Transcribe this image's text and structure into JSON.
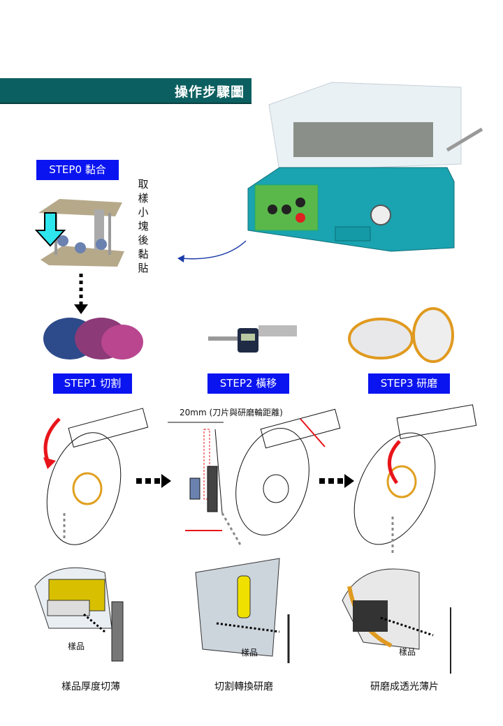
{
  "header": {
    "title": "操作步驟圖"
  },
  "steps": [
    {
      "label": "STEP0 黏合"
    },
    {
      "label": "STEP1 切割"
    },
    {
      "label": "STEP2 橫移"
    },
    {
      "label": "STEP3 研磨"
    }
  ],
  "step0_note": "取樣小塊後黏貼",
  "distance_note": "20mm (刀片與研磨輪距離)",
  "sample_label": "樣品",
  "captions": [
    "樣品厚度切薄",
    "切割轉換研磨",
    "研磨成透光薄片"
  ],
  "colors": {
    "header": "#0c5f60",
    "step_bg": "#0a14f0",
    "machine": "#1aa3b0",
    "arrow_red": "#e8141a"
  }
}
